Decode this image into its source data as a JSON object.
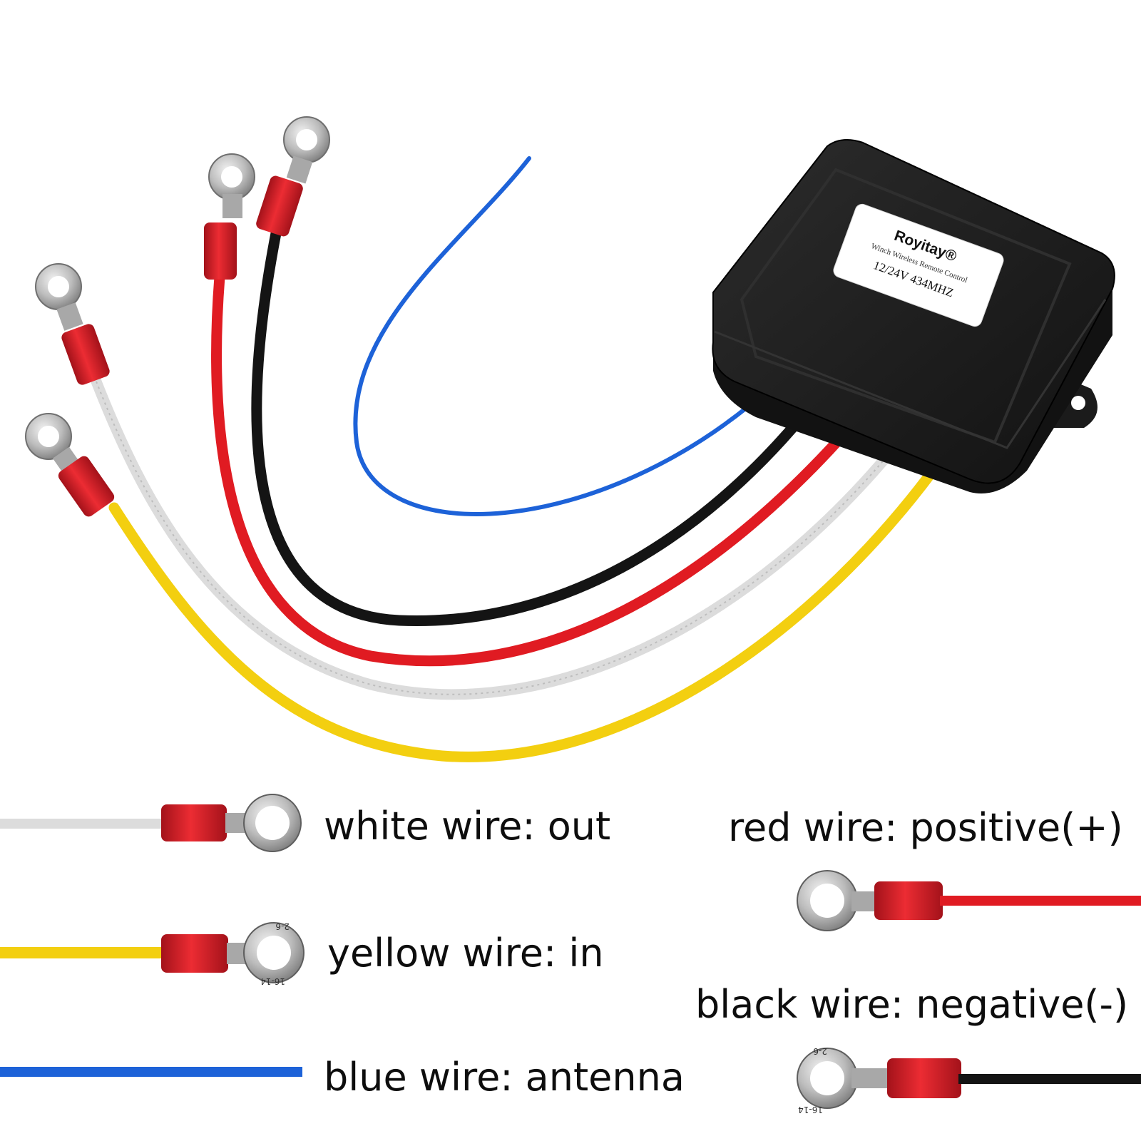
{
  "product_label": {
    "brand": "Royitay®",
    "subtitle": "Winch Wireless Remote Control",
    "spec": "12/24V 434MHZ"
  },
  "terminal_markings": {
    "size_gauge": "2-6",
    "wire_gauge": "16-14"
  },
  "legend": {
    "white": "white wire: out",
    "yellow": "yellow wire: in",
    "blue": "blue wire: antenna",
    "red": "red wire: positive(+)",
    "black": "black wire: negative(-)"
  },
  "colors": {
    "white_wire": "#e2e2e2",
    "yellow_wire": "#f3cf10",
    "blue_wire": "#1d62d8",
    "red_wire": "#e01b22",
    "black_wire": "#141414",
    "receiver_box": "#1b1b1b",
    "terminal_sleeve": "#dc1f26",
    "terminal_metal": "#b8b8b8"
  }
}
